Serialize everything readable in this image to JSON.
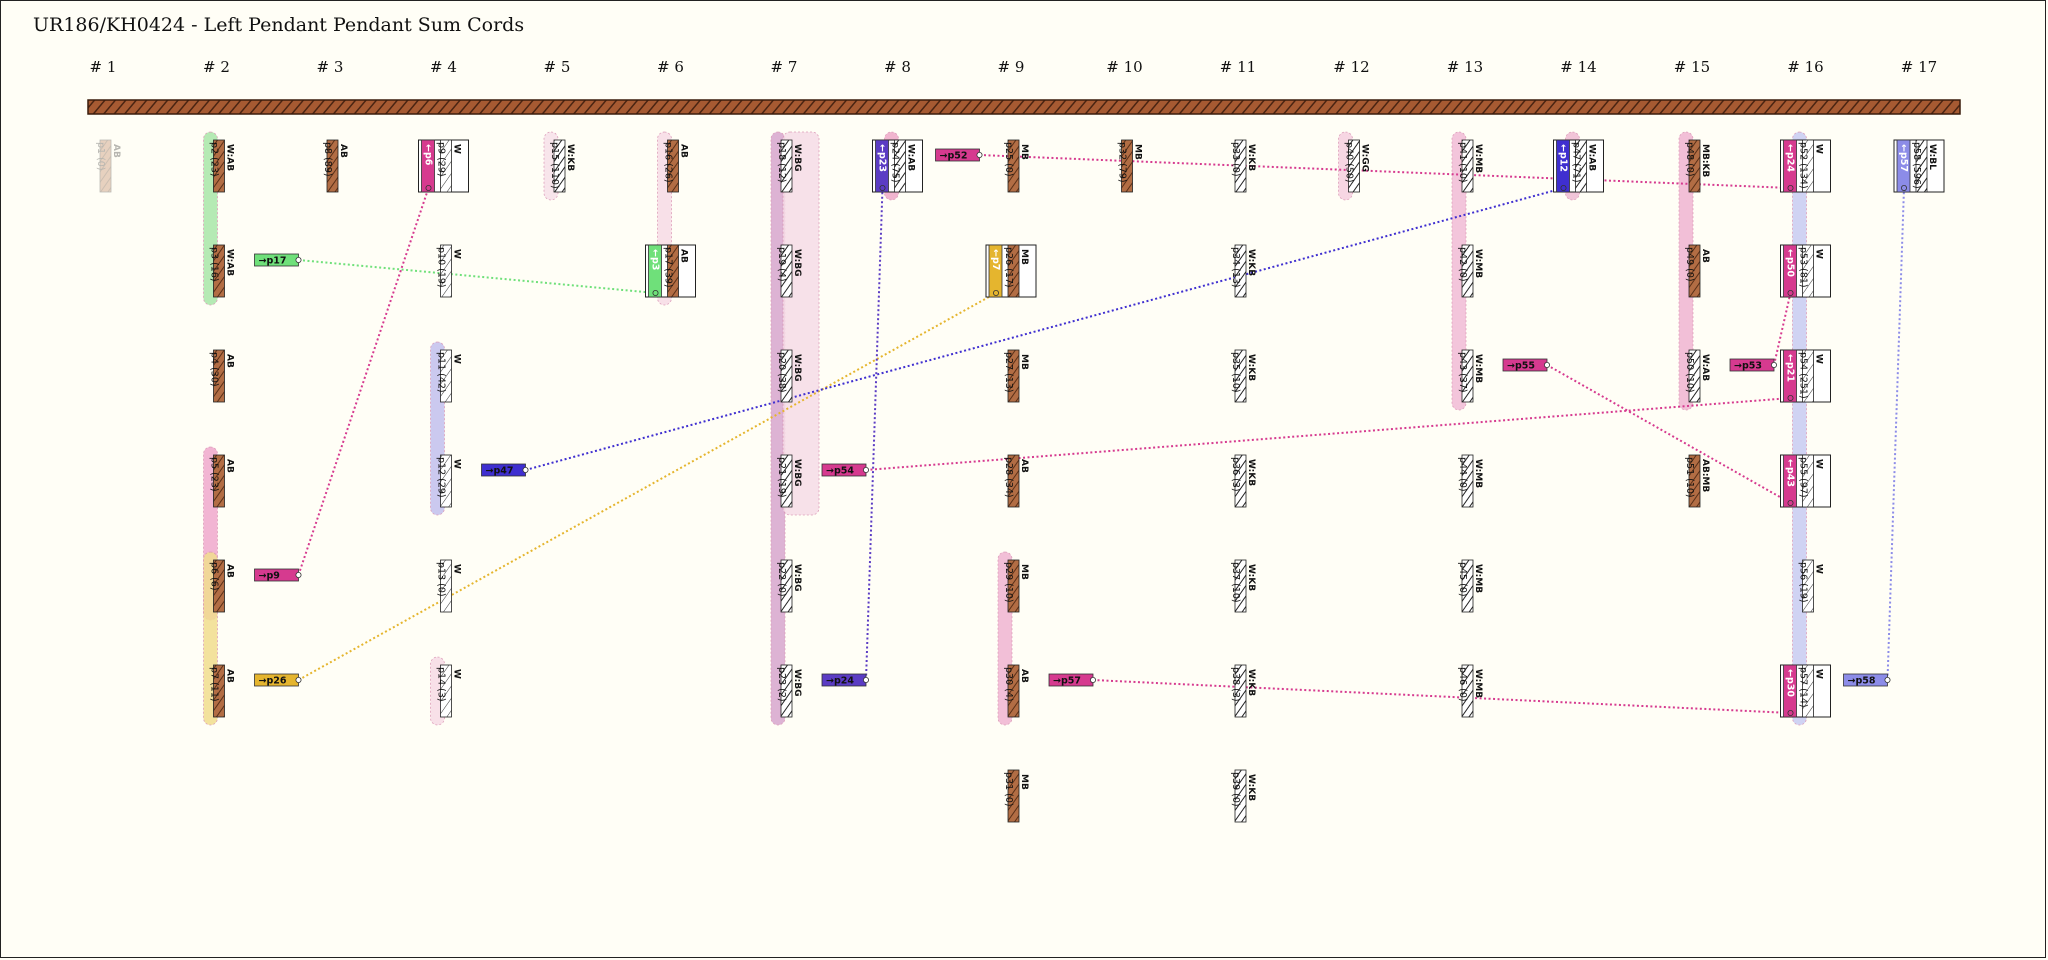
{
  "title": "UR186/KH0424 - Left Pendant Pendant Sum Cords",
  "columns": [
    "# 1",
    "# 2",
    "# 3",
    "# 4",
    "# 5",
    "# 6",
    "# 7",
    "# 8",
    "# 9",
    "# 10",
    "# 11",
    "# 12",
    "# 13",
    "# 14",
    "# 15",
    "# 16",
    "# 17"
  ],
  "colors": {
    "background": "#fffef6",
    "primary_cord": "#9c5b3a",
    "pink": "#d63a8f",
    "green": "#6fe07a",
    "purple": "#6a4ec8",
    "gold": "#e5c44a",
    "periwinkle": "#8c8ce8",
    "brown_cord": "#a0623f"
  },
  "cords": [
    {
      "label": "p1 (0)",
      "color": "AB",
      "col": 1,
      "row": 1,
      "faded": true,
      "fill": "brown"
    },
    {
      "label": "p2 (23)",
      "color": "W:AB",
      "col": 2,
      "row": 1,
      "fill": "brown"
    },
    {
      "label": "p3 (16)",
      "color": "W:AB",
      "col": 2,
      "row": 2,
      "fill": "brown"
    },
    {
      "label": "p4 (30)",
      "color": "AB",
      "col": 2,
      "row": 3,
      "fill": "brown"
    },
    {
      "label": "p5 (23)",
      "color": "AB",
      "col": 2,
      "row": 4,
      "fill": "brown"
    },
    {
      "label": "p6 (6)",
      "color": "AB",
      "col": 2,
      "row": 5,
      "fill": "brown"
    },
    {
      "label": "p7 (11)",
      "color": "AB",
      "col": 2,
      "row": 6,
      "fill": "brown"
    },
    {
      "label": "p8 (89)",
      "color": "AB",
      "col": 3,
      "row": 1,
      "fill": "brown"
    },
    {
      "label": "p9 (29)",
      "color": "W",
      "col": 4,
      "row": 1,
      "fill": "white",
      "box": true
    },
    {
      "label": "p10 (19)",
      "color": "W",
      "col": 4,
      "row": 2,
      "fill": "white"
    },
    {
      "label": "p11 (42)",
      "color": "W",
      "col": 4,
      "row": 3,
      "fill": "white"
    },
    {
      "label": "p12 (29)",
      "color": "W",
      "col": 4,
      "row": 4,
      "fill": "white"
    },
    {
      "label": "p13 (0)",
      "color": "W",
      "col": 4,
      "row": 5,
      "fill": "white"
    },
    {
      "label": "p14 (3)",
      "color": "W",
      "col": 4,
      "row": 6,
      "fill": "white"
    },
    {
      "label": "p15 (110)",
      "color": "W:KB",
      "col": 5,
      "row": 1,
      "fill": "mixed"
    },
    {
      "label": "p16 (26)",
      "color": "AB",
      "col": 6,
      "row": 1,
      "fill": "brown"
    },
    {
      "label": "p17 (39)",
      "color": "AB",
      "col": 6,
      "row": 2,
      "fill": "brown",
      "box": true
    },
    {
      "label": "p18 (12)",
      "color": "W:BG",
      "col": 7,
      "row": 1,
      "fill": "mixed"
    },
    {
      "label": "p19 (4)",
      "color": "W:BG",
      "col": 7,
      "row": 2,
      "fill": "mixed"
    },
    {
      "label": "p20 (38)",
      "color": "W:BG",
      "col": 7,
      "row": 3,
      "fill": "mixed"
    },
    {
      "label": "p21 (19)",
      "color": "W:BG",
      "col": 7,
      "row": 4,
      "fill": "mixed"
    },
    {
      "label": "p22 (0)",
      "color": "W:BG",
      "col": 7,
      "row": 5,
      "fill": "mixed"
    },
    {
      "label": "p23 (2)",
      "color": "W:BG",
      "col": 7,
      "row": 6,
      "fill": "mixed"
    },
    {
      "label": "p24 (75)",
      "color": "W:AB",
      "col": 8,
      "row": 1,
      "fill": "mixed",
      "box": true
    },
    {
      "label": "p25 (0)",
      "color": "MB",
      "col": 9,
      "row": 1,
      "fill": "brown"
    },
    {
      "label": "p26 (17)",
      "color": "MB",
      "col": 9,
      "row": 2,
      "fill": "brown",
      "box": true
    },
    {
      "label": "p27 (13)",
      "color": "MB",
      "col": 9,
      "row": 3,
      "fill": "brown"
    },
    {
      "label": "p28 (34)",
      "color": "AB",
      "col": 9,
      "row": 4,
      "fill": "brown"
    },
    {
      "label": "p29 (10)",
      "color": "MB",
      "col": 9,
      "row": 5,
      "fill": "brown"
    },
    {
      "label": "p30 (4)",
      "color": "AB",
      "col": 9,
      "row": 6,
      "fill": "brown"
    },
    {
      "label": "p31 (0)",
      "color": "MB",
      "col": 9,
      "row": 7,
      "fill": "brown"
    },
    {
      "label": "p32 (79)",
      "color": "MB",
      "col": 10,
      "row": 1,
      "fill": "brown"
    },
    {
      "label": "p33 (0)",
      "color": "W:KB",
      "col": 11,
      "row": 1,
      "fill": "mixed"
    },
    {
      "label": "p34 (13)",
      "color": "W:KB",
      "col": 11,
      "row": 2,
      "fill": "mixed"
    },
    {
      "label": "p35 (10)",
      "color": "W:KB",
      "col": 11,
      "row": 3,
      "fill": "mixed"
    },
    {
      "label": "p36 (3)",
      "color": "W:KB",
      "col": 11,
      "row": 4,
      "fill": "mixed"
    },
    {
      "label": "p37 (10)",
      "color": "W:KB",
      "col": 11,
      "row": 5,
      "fill": "mixed"
    },
    {
      "label": "p38 (3)",
      "color": "W:KB",
      "col": 11,
      "row": 6,
      "fill": "mixed"
    },
    {
      "label": "p39 (0)",
      "color": "W:KB",
      "col": 11,
      "row": 7,
      "fill": "mixed"
    },
    {
      "label": "p40 (50)",
      "color": "W:GG",
      "col": 12,
      "row": 1,
      "fill": "mixed"
    },
    {
      "label": "p41 (10)",
      "color": "W:MB",
      "col": 13,
      "row": 1,
      "fill": "mixed"
    },
    {
      "label": "p42 (0)",
      "color": "W:MB",
      "col": 13,
      "row": 2,
      "fill": "mixed"
    },
    {
      "label": "p43 (37)",
      "color": "W:MB",
      "col": 13,
      "row": 3,
      "fill": "mixed"
    },
    {
      "label": "p44 (0)",
      "color": "W:MB",
      "col": 13,
      "row": 4,
      "fill": "mixed"
    },
    {
      "label": "p45 (0)",
      "color": "W:MB",
      "col": 13,
      "row": 5,
      "fill": "mixed"
    },
    {
      "label": "p46 (0)",
      "color": "W:MB",
      "col": 13,
      "row": 6,
      "fill": "mixed"
    },
    {
      "label": "p47 (71)",
      "color": "W:AB",
      "col": 14,
      "row": 1,
      "fill": "mixed",
      "box": true
    },
    {
      "label": "p48 (0)",
      "color": "MB:KB",
      "col": 15,
      "row": 1,
      "fill": "brown"
    },
    {
      "label": "p49 (0)",
      "color": "AB",
      "col": 15,
      "row": 2,
      "fill": "brown"
    },
    {
      "label": "p50 (10)",
      "color": "W:AB",
      "col": 15,
      "row": 3,
      "fill": "mixed"
    },
    {
      "label": "p51 (10)",
      "color": "AB:MB",
      "col": 15,
      "row": 4,
      "fill": "brown"
    },
    {
      "label": "p52 (134)",
      "color": "W",
      "col": 16,
      "row": 1,
      "fill": "white",
      "box": true
    },
    {
      "label": "p53 (81)",
      "color": "W",
      "col": 16,
      "row": 2,
      "fill": "white",
      "box": true
    },
    {
      "label": "p54 (251)",
      "color": "W",
      "col": 16,
      "row": 3,
      "fill": "white",
      "box": true
    },
    {
      "label": "p55 (97)",
      "color": "W",
      "col": 16,
      "row": 4,
      "fill": "white",
      "box": true
    },
    {
      "label": "p56 (19)",
      "color": "W",
      "col": 16,
      "row": 5,
      "fill": "white"
    },
    {
      "label": "p57 (14)",
      "color": "W",
      "col": 16,
      "row": 6,
      "fill": "white",
      "box": true
    },
    {
      "label": "p58 (596)",
      "color": "W:BL",
      "col": 17,
      "row": 1,
      "fill": "mixed",
      "box": true
    }
  ],
  "pills": [
    {
      "col": 2,
      "r1": 1,
      "r2": 2,
      "color": "#a9e7a9"
    },
    {
      "col": 2,
      "r1": 4,
      "r2": 5,
      "color": "#f0a9cd"
    },
    {
      "col": 2,
      "r1": 5,
      "r2": 6,
      "color": "#f1de8e"
    },
    {
      "col": 4,
      "r1": 3,
      "r2": 4,
      "color": "#c3c0ee"
    },
    {
      "col": 4,
      "r1": 6,
      "r2": 6,
      "color": "#f7dbe6"
    },
    {
      "col": 5,
      "r1": 1,
      "r2": 1,
      "color": "#f7e1ea"
    },
    {
      "col": 6,
      "r1": 1,
      "r2": 2,
      "color": "#f7dbe6"
    },
    {
      "col": 7,
      "r1": 1,
      "r2": 6,
      "color": "#d8a6cf"
    },
    {
      "col": 7,
      "r1": 1,
      "r2": 4,
      "color": "#f6dde7",
      "offset": 12
    },
    {
      "col": 8,
      "r1": 1,
      "r2": 1,
      "color": "#efa9c9"
    },
    {
      "col": 9,
      "r1": 5,
      "r2": 6,
      "color": "#f0b5d2"
    },
    {
      "col": 12,
      "r1": 1,
      "r2": 1,
      "color": "#f6d0e0"
    },
    {
      "col": 13,
      "r1": 1,
      "r2": 3,
      "color": "#f2bcd7"
    },
    {
      "col": 14,
      "r1": 1,
      "r2": 1,
      "color": "#efbbd3"
    },
    {
      "col": 15,
      "r1": 1,
      "r2": 3,
      "color": "#f0b5d2"
    },
    {
      "col": 16,
      "r1": 1,
      "r2": 6,
      "color": "#c8ccf3"
    }
  ],
  "links": [
    {
      "label": "→p17",
      "from_col": 2,
      "from_row": 2,
      "to_label": "←p3",
      "to_col": 6,
      "to_row": 2,
      "color": "#6fe07a"
    },
    {
      "label": "→p9",
      "from_col": 2,
      "from_row": 5,
      "to_label": "←p6",
      "to_col": 4,
      "to_row": 1,
      "color": "#d63a8f"
    },
    {
      "label": "→p26",
      "from_col": 2,
      "from_row": 6,
      "to_label": "←p7",
      "to_col": 9,
      "to_row": 2,
      "color": "#e5b52e"
    },
    {
      "label": "→p47",
      "from_col": 4,
      "from_row": 4,
      "to_label": "←p12",
      "to_col": 14,
      "to_row": 1,
      "color": "#3f2fd0"
    },
    {
      "label": "→p54",
      "from_col": 7,
      "from_row": 4,
      "to_label": "←p21",
      "to_col": 16,
      "to_row": 3,
      "color": "#d63a8f"
    },
    {
      "label": "→p24",
      "from_col": 7,
      "from_row": 6,
      "to_label": "←p23",
      "to_col": 8,
      "to_row": 1,
      "color": "#5b3cc4"
    },
    {
      "label": "→p52",
      "from_col": 8,
      "from_row": 1,
      "to_label": "←p24",
      "to_col": 16,
      "to_row": 1,
      "color": "#d63a8f"
    },
    {
      "label": "→p57",
      "from_col": 9,
      "from_row": 6,
      "to_label": "←p30",
      "to_col": 16,
      "to_row": 6,
      "color": "#d63a8f"
    },
    {
      "label": "→p55",
      "from_col": 13,
      "from_row": 3,
      "to_label": "←p43",
      "to_col": 16,
      "to_row": 4,
      "color": "#d63a8f"
    },
    {
      "label": "→p53",
      "from_col": 15,
      "from_row": 3,
      "to_label": "←p50",
      "to_col": 16,
      "to_row": 2,
      "color": "#d63a8f"
    },
    {
      "label": "→p58",
      "from_col": 16,
      "from_row": 6,
      "to_label": "←p57",
      "to_col": 17,
      "to_row": 1,
      "color": "#8c8ce8"
    }
  ]
}
